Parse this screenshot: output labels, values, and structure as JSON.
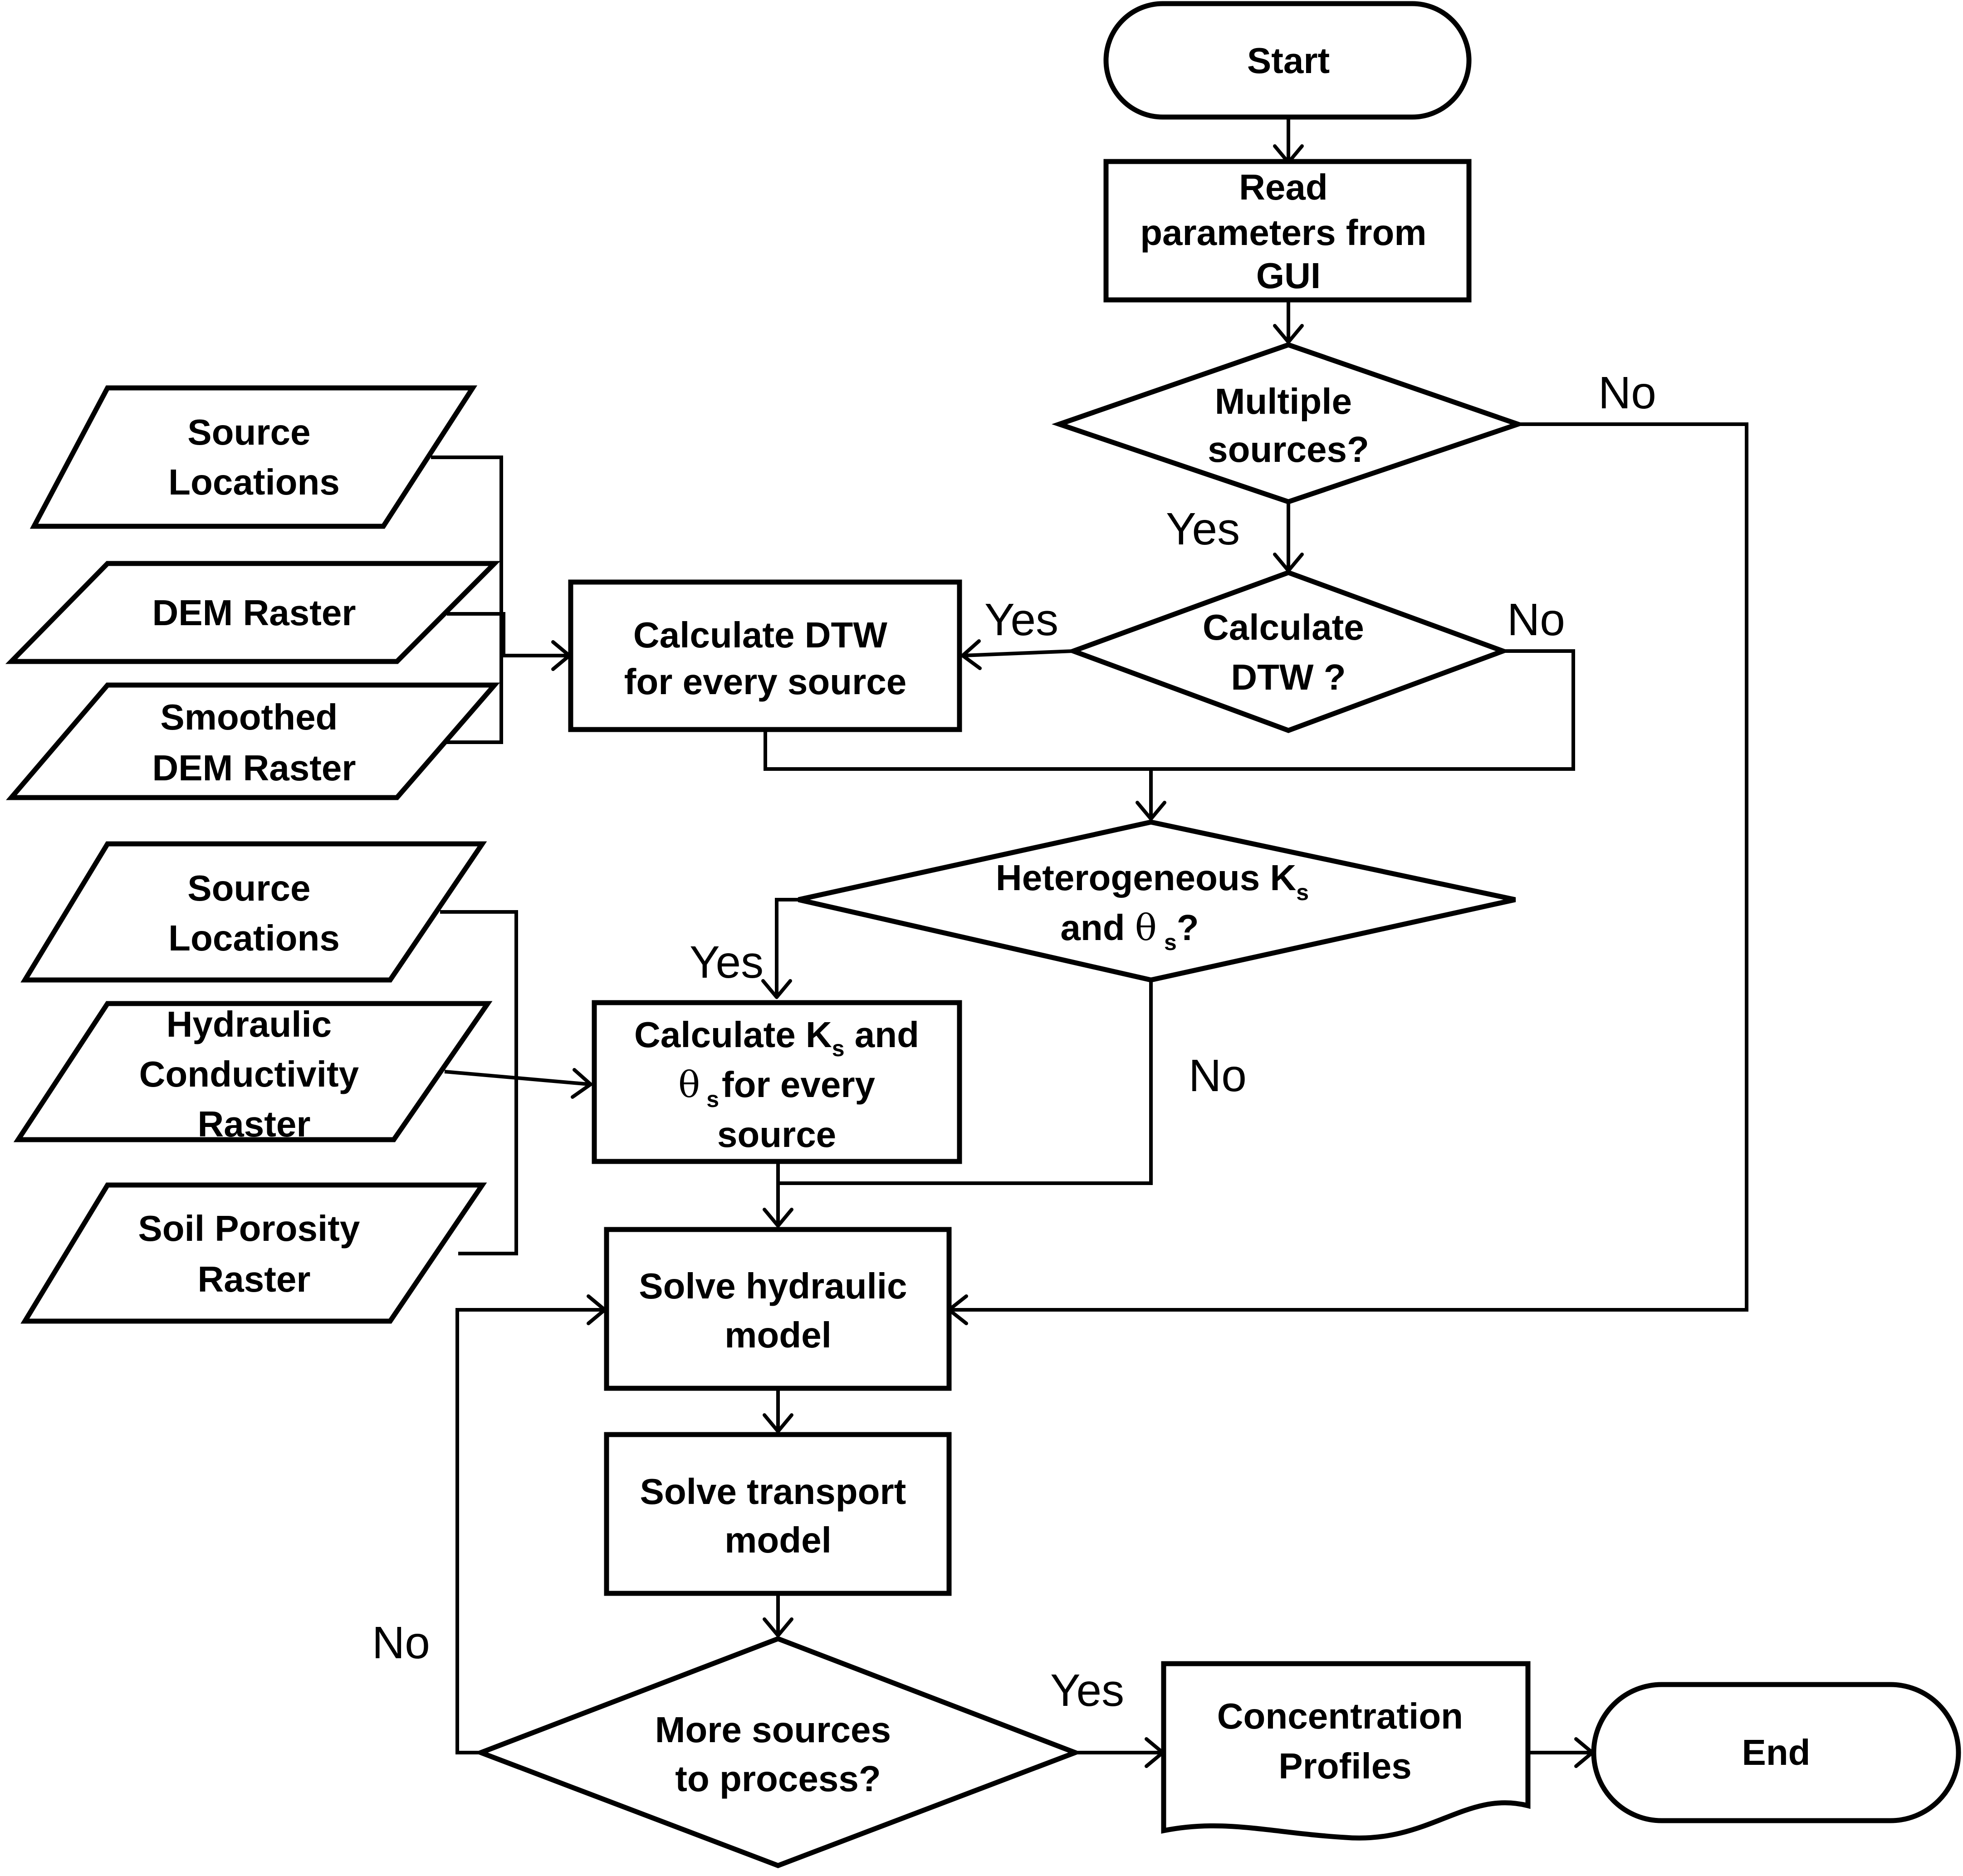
{
  "nodes": {
    "start": "Start",
    "read_params": [
      "Read",
      "parameters from",
      "GUI"
    ],
    "multiple_sources": [
      "Multiple",
      "sources?"
    ],
    "calc_dtw_decision": [
      "Calculate",
      "DTW ?"
    ],
    "calc_dtw_process": [
      "Calculate DTW",
      "for every source"
    ],
    "heterogeneous": {
      "line1": "Heterogeneous  K",
      "line1_sub": "s",
      "line2_pre": "and  ",
      "theta": "θ",
      "line2_sub": "s",
      "line2_post": "?"
    },
    "calc_ks": {
      "line1": "Calculate K",
      "line1_sub": "s",
      "line1_post": " and",
      "theta": "θ",
      "line2_sub": "s",
      "line2_post": "for every",
      "line3": "source"
    },
    "solve_hydraulic": [
      "Solve hydraulic",
      "model"
    ],
    "solve_transport": [
      "Solve transport",
      "model"
    ],
    "more_sources": [
      "More sources",
      "to process?"
    ],
    "concentration": [
      "Concentration",
      "Profiles"
    ],
    "end": "End"
  },
  "inputs": {
    "source_locations_1": [
      "Source",
      "Locations"
    ],
    "dem_raster": [
      "DEM  Raster"
    ],
    "smoothed_dem": [
      "Smoothed",
      "DEM  Raster"
    ],
    "source_locations_2": [
      "Source",
      "Locations"
    ],
    "hydraulic_conductivity": [
      "Hydraulic",
      "Conductivity",
      "Raster"
    ],
    "soil_porosity": [
      "Soil Porosity",
      "Raster"
    ]
  },
  "branches": {
    "multiple_no": "No",
    "multiple_yes": "Yes",
    "dtw_yes": "Yes",
    "dtw_no": "No",
    "hetero_yes": "Yes",
    "hetero_no": "No",
    "more_no": "No",
    "more_yes": "Yes"
  }
}
